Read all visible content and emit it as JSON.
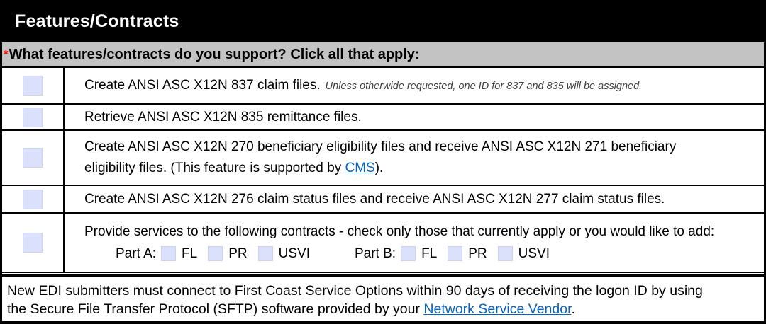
{
  "header": {
    "title": "Features/Contracts"
  },
  "question": {
    "asterisk": "*",
    "text": "What features/contracts do you support? Click all that apply:"
  },
  "rows": [
    {
      "main": "Create ANSI ASC X12N 837 claim files.",
      "note": "Unless otherwide requested, one ID for 837 and 835 will be assigned."
    },
    {
      "main": "Retrieve ANSI ASC X12N 835 remittance files."
    },
    {
      "line1": "Create ANSI ASC X12N 270 beneficiary eligibility files and receive ANSI ASC X12N 271 beneficiary",
      "line2_before": "eligibility files. (This feature is supported by ",
      "link": "CMS",
      "line2_after": ")."
    },
    {
      "main": "Create ANSI ASC X12N 276 claim status files and receive ANSI ASC X12N 277 claim status files."
    },
    {
      "line1": "Provide services to the following contracts - check only those that currently apply or you would like to add:",
      "parts": [
        {
          "label": "Part A:",
          "options": [
            "FL",
            "PR",
            "USVI"
          ]
        },
        {
          "label": "Part B:",
          "options": [
            "FL",
            "PR",
            "USVI"
          ]
        }
      ]
    }
  ],
  "footer": {
    "line1": "New EDI submitters must connect to First Coast Service Options within 90 days of receiving the logon ID by using",
    "line2_before": "the Secure File Transfer Protocol (SFTP) software provided by your ",
    "link": "Network Service Vendor",
    "line2_after": "."
  },
  "colors": {
    "header_bg": "#000000",
    "question_bg": "#c3c3c3",
    "checkbox_fill": "#dce1fb",
    "link": "#0563c1",
    "asterisk": "#ff0000"
  }
}
